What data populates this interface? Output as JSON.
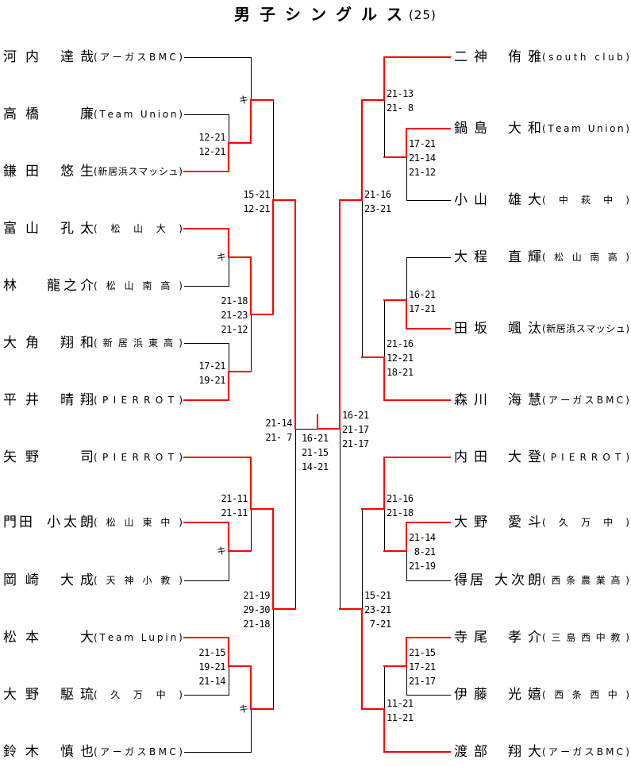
{
  "title": {
    "text": "男子シングルス",
    "count": "(25)"
  },
  "colors": {
    "winner_line": "#ff0000",
    "line": "#000000",
    "text": "#000000",
    "background": "#ffffff"
  },
  "walkover_mark": "キ",
  "left": {
    "players": [
      {
        "family": "河内",
        "given": "達哉",
        "club": "(アーガスBMC)"
      },
      {
        "family": "高橋",
        "given": "廉",
        "club": "(Team Union)"
      },
      {
        "family": "鎌田",
        "given": "悠生",
        "club": "(新居浜スマッシュ)"
      },
      {
        "family": "富山",
        "given": "孔太",
        "club": "(松山大)"
      },
      {
        "family": "林",
        "given": "龍之介",
        "club": "(松山南高)"
      },
      {
        "family": "大角",
        "given": "翔和",
        "club": "(新居浜東高)"
      },
      {
        "family": "平井",
        "given": "晴翔",
        "club": "(PIERROT)"
      },
      {
        "family": "矢野",
        "given": "司",
        "club": "(PIERROT)"
      },
      {
        "family": "門田",
        "given": "小太朗",
        "club": "(松山東中)"
      },
      {
        "family": "岡崎",
        "given": "大成",
        "club": "(天神小教)"
      },
      {
        "family": "松本",
        "given": "大",
        "club": "(Team Lupin)"
      },
      {
        "family": "大野",
        "given": "駆琉",
        "club": "(久万中)"
      },
      {
        "family": "鈴木",
        "given": "慎也",
        "club": "(アーガスBMC)"
      }
    ],
    "bracket": {
      "winner": "top",
      "scores": [
        "21-14",
        "21- 7"
      ],
      "top": {
        "winner": "bottom",
        "scores": [
          "15-21",
          "12-21"
        ],
        "top": {
          "winner": "bottom",
          "walkover": true,
          "scores": [],
          "top": {
            "player": 0
          },
          "bottom": {
            "winner": "bottom",
            "scores": [
              "12-21",
              "12-21"
            ],
            "top": {
              "player": 1
            },
            "bottom": {
              "player": 2
            }
          }
        },
        "bottom": {
          "winner": "top",
          "scores": [
            "21-18",
            "21-23",
            "21-12"
          ],
          "top": {
            "winner": "top",
            "walkover": true,
            "scores": [],
            "top": {
              "player": 3
            },
            "bottom": {
              "player": 4
            }
          },
          "bottom": {
            "winner": "bottom",
            "scores": [
              "17-21",
              "19-21"
            ],
            "top": {
              "player": 5
            },
            "bottom": {
              "player": 6
            }
          }
        }
      },
      "bottom": {
        "winner": "top",
        "scores": [
          "21-19",
          "29-30",
          "21-18"
        ],
        "top": {
          "winner": "top",
          "scores": [
            "21-11",
            "21-11"
          ],
          "top": {
            "player": 7
          },
          "bottom": {
            "winner": "top",
            "walkover": true,
            "scores": [],
            "top": {
              "player": 8
            },
            "bottom": {
              "player": 9
            }
          }
        },
        "bottom": {
          "winner": "top",
          "walkover": true,
          "scores": [],
          "top": {
            "winner": "top",
            "scores": [
              "21-15",
              "19-21",
              "21-14"
            ],
            "top": {
              "player": 10
            },
            "bottom": {
              "player": 11
            }
          },
          "bottom": {
            "player": 12
          }
        }
      }
    }
  },
  "right": {
    "players": [
      {
        "family": "二神",
        "given": "侑雅",
        "club": "(south club)"
      },
      {
        "family": "鍋島",
        "given": "大和",
        "club": "(Team Union)"
      },
      {
        "family": "小山",
        "given": "雄大",
        "club": "(中萩中)"
      },
      {
        "family": "大程",
        "given": "直輝",
        "club": "(松山南高)"
      },
      {
        "family": "田坂",
        "given": "颯汰",
        "club": "(新居浜スマッシュ)"
      },
      {
        "family": "森川",
        "given": "海慧",
        "club": "(アーガスBMC)"
      },
      {
        "family": "内田",
        "given": "大登",
        "club": "(PIERROT)"
      },
      {
        "family": "大野",
        "given": "愛斗",
        "club": "(久万中)"
      },
      {
        "family": "得居",
        "given": "大次朗",
        "club": "(西条農業高)"
      },
      {
        "family": "寺尾",
        "given": "孝介",
        "club": "(三島西中教)"
      },
      {
        "family": "伊藤",
        "given": "光嬉",
        "club": "(西条西中)"
      },
      {
        "family": "渡部",
        "given": "翔大",
        "club": "(アーガスBMC)"
      }
    ],
    "bracket": {
      "winner": "top",
      "scores": [
        "16-21",
        "21-17",
        "21-17"
      ],
      "top": {
        "winner": "top",
        "scores": [
          "21-16",
          "23-21"
        ],
        "top": {
          "winner": "top",
          "scores": [
            "21-13",
            "21- 8"
          ],
          "top": {
            "player": 0
          },
          "bottom": {
            "winner": "top",
            "scores": [
              "17-21",
              "21-14",
              "21-12"
            ],
            "top": {
              "player": 1
            },
            "bottom": {
              "player": 2
            }
          }
        },
        "bottom": {
          "winner": "bottom",
          "scores": [
            "21-16",
            "12-21",
            "18-21"
          ],
          "top": {
            "winner": "bottom",
            "scores": [
              "16-21",
              "17-21"
            ],
            "top": {
              "player": 3
            },
            "bottom": {
              "player": 4
            }
          },
          "bottom": {
            "player": 5
          }
        }
      },
      "bottom": {
        "winner": "bottom",
        "scores": [
          "15-21",
          "23-21",
          " 7-21"
        ],
        "top": {
          "winner": "top",
          "scores": [
            "21-16",
            "21-18"
          ],
          "top": {
            "player": 6
          },
          "bottom": {
            "winner": "top",
            "scores": [
              "21-14",
              " 8-21",
              "21-19"
            ],
            "top": {
              "player": 7
            },
            "bottom": {
              "player": 8
            }
          }
        },
        "bottom": {
          "winner": "bottom",
          "scores": [
            "11-21",
            "11-21"
          ],
          "top": {
            "winner": "top",
            "scores": [
              "21-15",
              "17-21",
              "21-17"
            ],
            "top": {
              "player": 9
            },
            "bottom": {
              "player": 10
            }
          },
          "bottom": {
            "player": 11
          }
        }
      }
    }
  },
  "final": {
    "winner": "right",
    "scores": [
      "16-21",
      "21-15",
      "14-21"
    ]
  }
}
